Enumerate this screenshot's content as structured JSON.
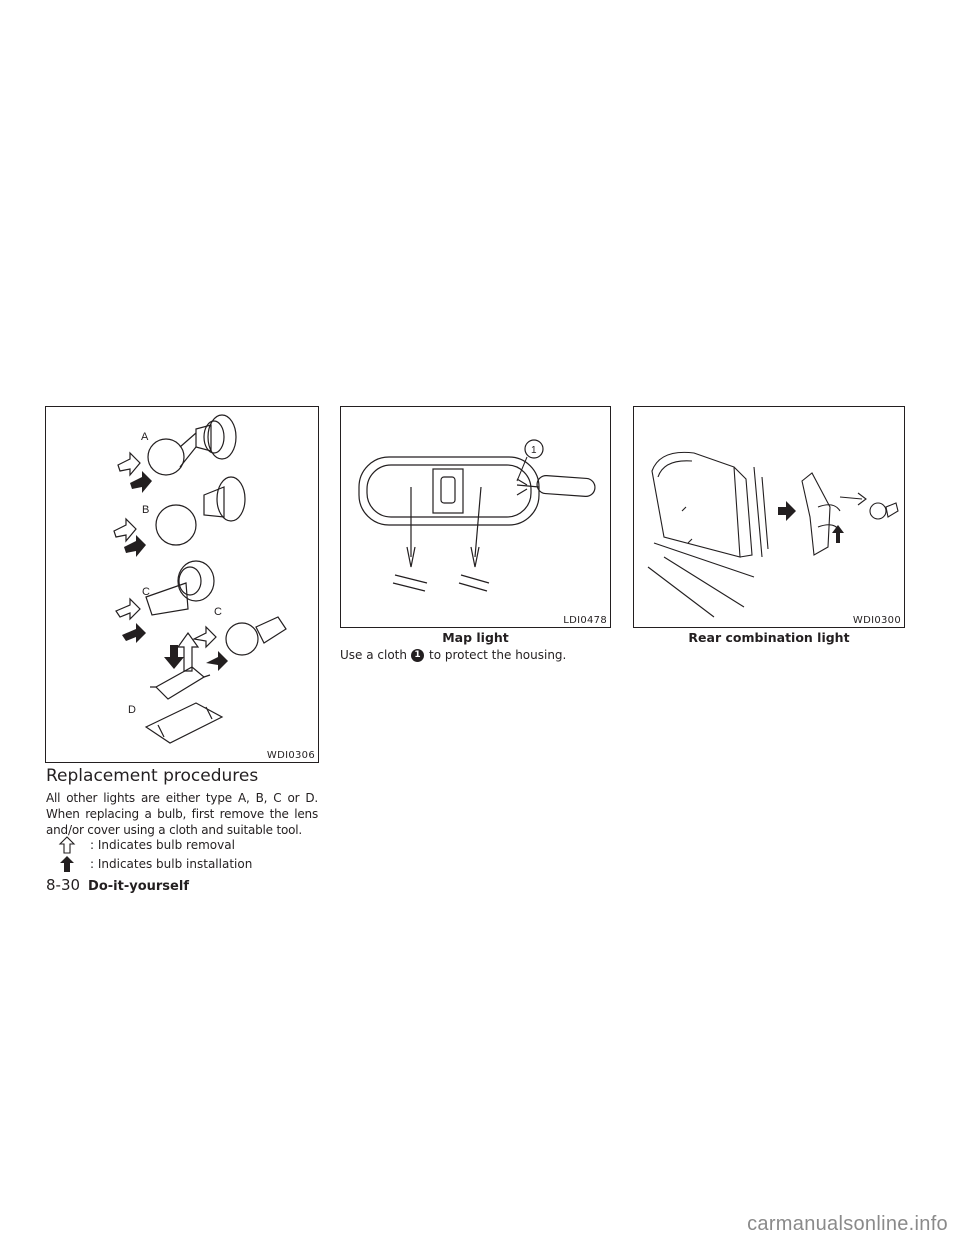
{
  "figures": {
    "bulbs": {
      "code": "WDI0306",
      "labels": {
        "A": "A",
        "B": "B",
        "C1": "C",
        "C2": "C",
        "D": "D"
      }
    },
    "map_light": {
      "code": "LDI0478",
      "caption": "Map light",
      "callout": "1"
    },
    "rear_light": {
      "code": "WDI0300",
      "caption": "Rear combination light"
    }
  },
  "section": {
    "heading": "Replacement procedures",
    "paragraph": "All other lights are either type A, B, C or D. When replacing a bulb, first remove the lens and/or cover using a cloth and suitable tool.",
    "legend": [
      {
        "icon": "outline-arrow-up-icon",
        "text": ": Indicates bulb removal"
      },
      {
        "icon": "solid-arrow-up-icon",
        "text": ": Indicates bulb installation"
      }
    ]
  },
  "map_text": {
    "before": "Use a cloth",
    "callout": "1",
    "after": "to protect the housing."
  },
  "footer": {
    "page": "8-30",
    "section": "Do-it-yourself"
  },
  "watermark": "carmanualsonline.info",
  "colors": {
    "ink": "#231f20",
    "watermark": "#8a8a8a"
  }
}
